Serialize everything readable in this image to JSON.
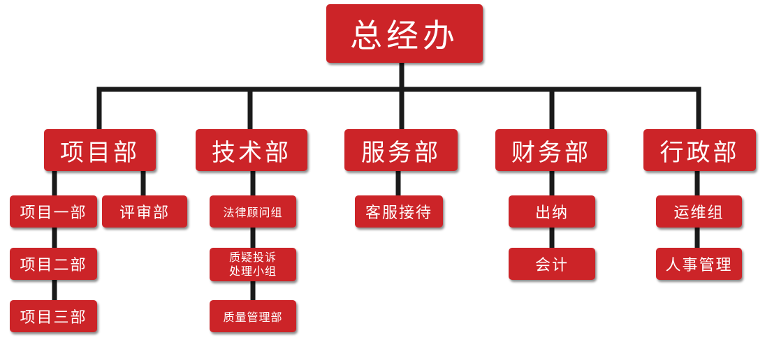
{
  "nodes": {
    "ceo": "总经办",
    "project": "项目部",
    "tech": "技术部",
    "service": "服务部",
    "finance": "财务部",
    "admin": "行政部",
    "project1": "项目一部",
    "project2": "项目二部",
    "project3": "项目三部",
    "review": "评审部",
    "legal": "法律顾问组",
    "complaint_line1": "质疑投诉",
    "complaint_line2": "处理小组",
    "quality": "质量管理部",
    "customer_service": "客服接待",
    "cashier": "出纳",
    "accounting": "会计",
    "ops": "运维组",
    "hr": "人事管理"
  },
  "colors": {
    "box": "#cc2428",
    "text": "#ffffff",
    "line": "#1a1a1a"
  }
}
